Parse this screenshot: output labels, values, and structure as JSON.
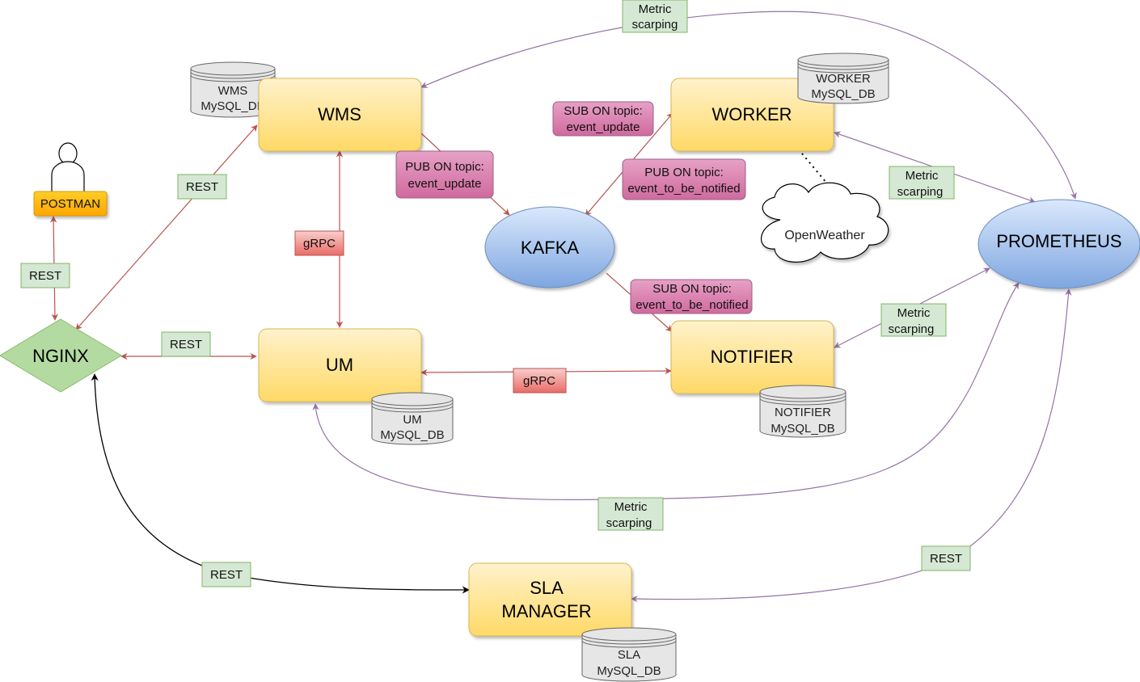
{
  "services": {
    "wms": "WMS",
    "um": "UM",
    "worker": "WORKER",
    "notifier": "NOTIFIER",
    "sla_line1": "SLA",
    "sla_line2": "MANAGER",
    "kafka": "KAFKA",
    "prometheus": "PROMETHEUS",
    "nginx": "NGINX",
    "postman": "POSTMAN",
    "openweather": "OpenWeather"
  },
  "databases": {
    "wms": [
      "WMS",
      "MySQL_DB"
    ],
    "worker": [
      "WORKER",
      "MySQL_DB"
    ],
    "um": [
      "UM",
      "MySQL_DB"
    ],
    "notifier": [
      "NOTIFIER",
      "MySQL_DB"
    ],
    "sla": [
      "SLA",
      "MySQL_DB"
    ]
  },
  "labels": {
    "metric_top": [
      "Metric",
      "scarping"
    ],
    "metric_worker": [
      "Metric",
      "scarping"
    ],
    "metric_notifier": [
      "Metric",
      "scarping"
    ],
    "metric_um": [
      "Metric",
      "scarping"
    ],
    "rest_postman": "REST",
    "rest_wms": "REST",
    "rest_um": "REST",
    "rest_sla": "REST",
    "rest_prometheus": "REST",
    "grpc_wms_um": "gRPC",
    "grpc_um_notifier": "gRPC",
    "pub_event_update": [
      "PUB ON topic:",
      "event_update"
    ],
    "sub_event_update": [
      "SUB ON topic:",
      "event_update"
    ],
    "pub_event_notified": [
      "PUB ON topic:",
      "event_to_be_notified"
    ],
    "sub_event_notified": [
      "SUB ON topic:",
      "event_to_be_notified"
    ]
  },
  "colors": {
    "service_fill_top": "#fff2cc",
    "service_fill_bottom": "#ffd966",
    "service_stroke": "#d6b656",
    "blue_top": "#dae8fc",
    "blue_bottom": "#7ea6e0",
    "blue_stroke": "#6c8ebf",
    "green_fill": "#d5e8d4",
    "green_stroke": "#82b366",
    "red_top": "#f8cecc",
    "red_bottom": "#ea6b66",
    "red_stroke": "#b85450",
    "pink_top": "#e6a1c6",
    "pink_bottom": "#d06a9e",
    "pink_stroke": "#996185",
    "db_fill": "#e6e6e6",
    "db_stroke": "#666666",
    "edge_red": "#b85450",
    "edge_purple": "#9673a6",
    "edge_black": "#000000",
    "postman_fill": "#ffb570"
  }
}
